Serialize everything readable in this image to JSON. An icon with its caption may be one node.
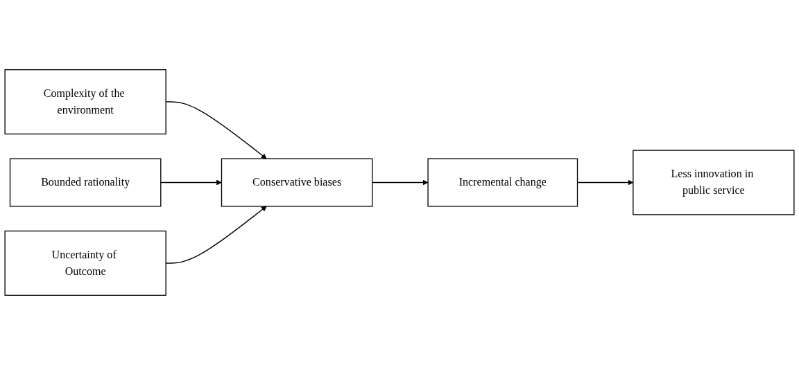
{
  "diagram": {
    "nodes": [
      {
        "text": [
          "Complexity of the environment"
        ]
      },
      {
        "text": [
          "Bounded rationality"
        ]
      },
      {
        "text": [
          "Uncertainty of Outcome"
        ]
      },
      {
        "text": [
          "Conservative biases"
        ]
      },
      {
        "text": [
          "Incremental change"
        ]
      },
      {
        "text": [
          "Less innovation in public service"
        ]
      }
    ],
    "edges": [
      {
        "from": 0,
        "to": 3,
        "arrow": "to"
      },
      {
        "from": 1,
        "to": 3,
        "arrow": "to"
      },
      {
        "from": 2,
        "to": 3,
        "arrow": "to"
      },
      {
        "from": 3,
        "to": 4,
        "arrow": "to"
      },
      {
        "from": 4,
        "to": 5,
        "arrow": "to"
      }
    ]
  }
}
